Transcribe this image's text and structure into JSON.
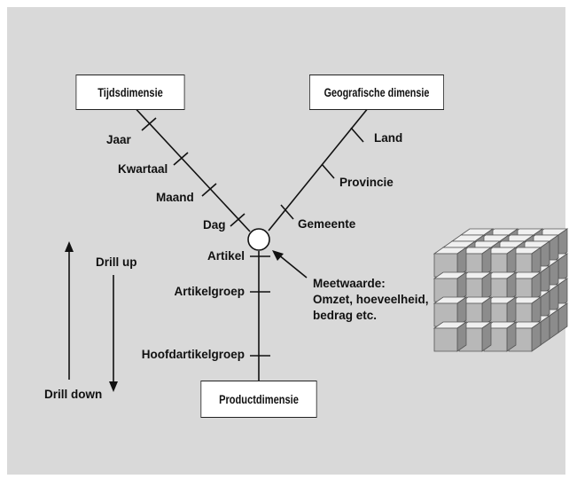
{
  "colors": {
    "panel": "#d9d9d9",
    "line": "#111111",
    "box": "#ffffff"
  },
  "time_dimension": {
    "title": "Tijdsdimensie",
    "levels": [
      "Jaar",
      "Kwartaal",
      "Maand",
      "Dag"
    ]
  },
  "geo_dimension": {
    "title": "Geografische dimensie",
    "levels": [
      "Land",
      "Provincie",
      "Gemeente"
    ]
  },
  "product_dimension": {
    "title": "Productdimensie",
    "levels": [
      "Artikel",
      "Artikelgroep",
      "Hoofdartikelgroep"
    ]
  },
  "measure": {
    "lines": [
      "Meetwaarde:",
      "Omzet, hoeveelheid,",
      "bedrag etc."
    ]
  },
  "drill": {
    "up": "Drill up",
    "down": "Drill down"
  },
  "cube": {
    "rows": 4,
    "cols": 4,
    "depth": 4
  }
}
